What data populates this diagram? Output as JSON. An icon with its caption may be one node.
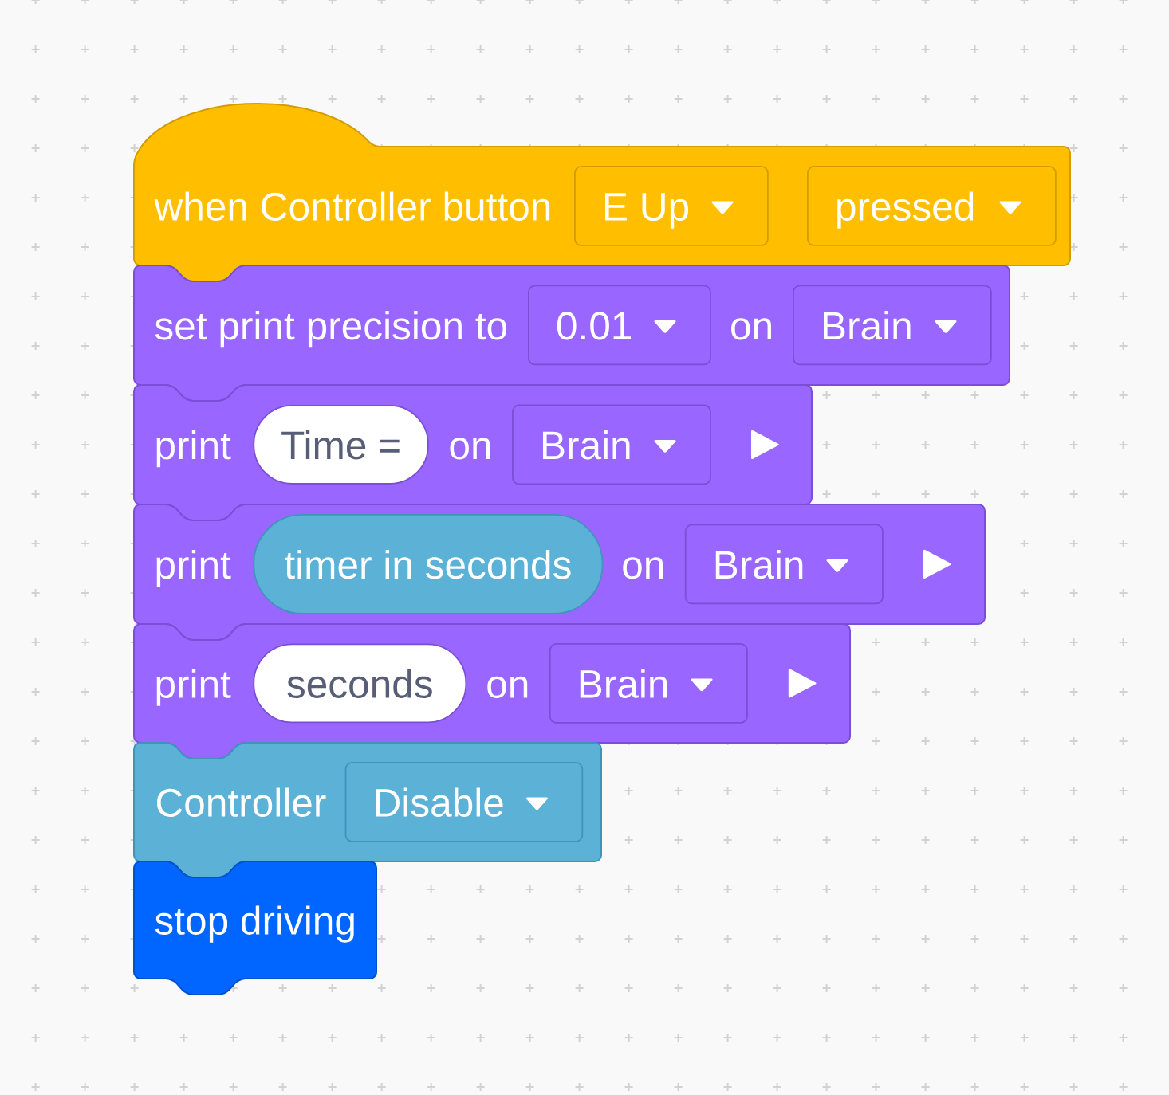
{
  "diagram": {
    "nodes": [
      {
        "text": [
          "when Controller button"
        ]
      },
      {
        "text": [
          "E Up"
        ],
        "in": 0
      },
      {
        "text": [
          "pressed"
        ],
        "in": 0
      },
      {
        "text": [
          "set print precision to",
          "on"
        ]
      },
      {
        "text": [
          "0.01"
        ],
        "in": 3
      },
      {
        "text": [
          "Brain"
        ],
        "in": 3
      },
      {
        "text": [
          "print",
          "on"
        ]
      },
      {
        "text": [
          "Time ="
        ],
        "in": 6
      },
      {
        "text": [
          "Brain"
        ],
        "in": 6
      },
      {
        "text": [
          "print",
          "on"
        ]
      },
      {
        "text": [
          "timer in seconds"
        ],
        "in": 9
      },
      {
        "text": [
          "Brain"
        ],
        "in": 9
      },
      {
        "text": [
          "print",
          "on"
        ]
      },
      {
        "text": [
          "seconds"
        ],
        "in": 12
      },
      {
        "text": [
          "Brain"
        ],
        "in": 12
      },
      {
        "text": [
          "Controller"
        ]
      },
      {
        "text": [
          "Disable"
        ],
        "in": 15
      },
      {
        "text": [
          "stop driving"
        ]
      }
    ]
  }
}
